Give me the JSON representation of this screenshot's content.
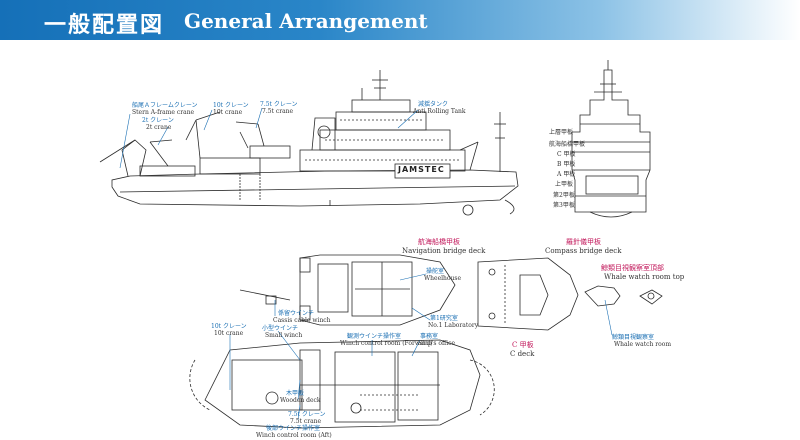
{
  "header": {
    "title_jp": "一般配置図",
    "title_en": "General Arrangement",
    "band_color": "#1570b8"
  },
  "side_profile": {
    "labels": [
      {
        "jp": "船尾Ａフレームクレーン",
        "en": "Stern A-frame crane"
      },
      {
        "jp": "2t クレーン",
        "en": "2t crane"
      },
      {
        "jp": "10t クレーン",
        "en": "10t crane"
      },
      {
        "jp": "7.5t クレーン",
        "en": "7.5t crane"
      },
      {
        "jp": "減揺タンク",
        "en": "Anti Rolling Tank"
      }
    ],
    "hull_marking": "JAMSTEC"
  },
  "section_view": {
    "decks": [
      "上層甲板",
      "航海船橋甲板",
      "C 甲板",
      "B 甲板",
      "A 甲板",
      "上甲板",
      "第2甲板",
      "第3甲板"
    ]
  },
  "deck_plans": {
    "labels": [
      {
        "jp": "航海船橋甲板",
        "en": "Navigation bridge deck",
        "style": "magenta"
      },
      {
        "jp": "羅針儀甲板",
        "en": "Compass bridge deck",
        "style": "magenta"
      },
      {
        "jp": "鯨類目視観察室頂部",
        "en": "Whale watch room top",
        "style": "magenta"
      },
      {
        "jp": "操舵室",
        "en": "Wheelhouse",
        "style": "blue"
      },
      {
        "jp": "第1研究室",
        "en": "No.1 Laboratory",
        "style": "blue"
      },
      {
        "jp": "係留ウインチ",
        "en": "Cassis cable winch",
        "style": "blue"
      },
      {
        "jp": "小型ウインチ",
        "en": "Small winch",
        "style": "blue"
      },
      {
        "jp": "10t クレーン",
        "en": "10t crane",
        "style": "blue"
      },
      {
        "jp": "観測ウインチ操作室",
        "en": "Winch control room (Forward)",
        "style": "blue"
      },
      {
        "jp": "事務室",
        "en": "Ship's office",
        "style": "blue"
      },
      {
        "jp": "C 甲板",
        "en": "C deck",
        "style": "magenta"
      },
      {
        "jp": "鯨類目視観察室",
        "en": "Whale watch room",
        "style": "blue"
      },
      {
        "jp": "木甲板",
        "en": "Wooden deck",
        "style": "blue"
      },
      {
        "jp": "7.5t クレーン",
        "en": "7.5t crane",
        "style": "blue"
      },
      {
        "jp": "後部ウインチ操作室",
        "en": "Winch control room (Aft)",
        "style": "blue"
      }
    ]
  }
}
